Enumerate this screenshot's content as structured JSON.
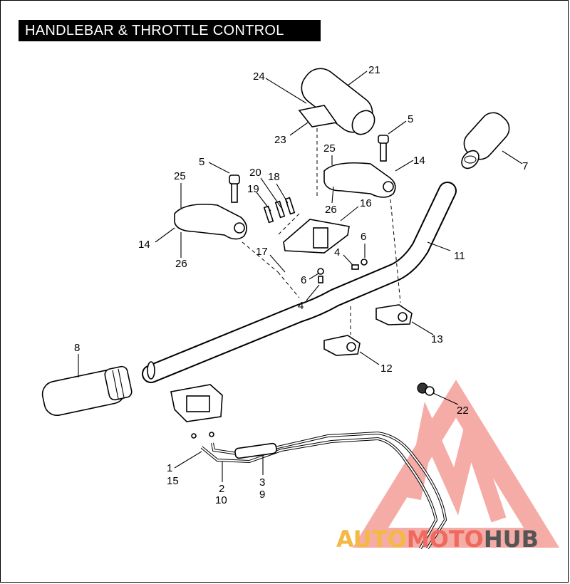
{
  "title": "HANDLEBAR & THROTTLE CONTROL",
  "callouts": [
    {
      "id": "c24",
      "text": "24"
    },
    {
      "id": "c21",
      "text": "21"
    },
    {
      "id": "c23",
      "text": "23"
    },
    {
      "id": "c5a",
      "text": "5"
    },
    {
      "id": "c5b",
      "text": "5"
    },
    {
      "id": "c7",
      "text": "7"
    },
    {
      "id": "c25a",
      "text": "25"
    },
    {
      "id": "c25b",
      "text": "25"
    },
    {
      "id": "c14a",
      "text": "14"
    },
    {
      "id": "c14b",
      "text": "14"
    },
    {
      "id": "c20",
      "text": "20"
    },
    {
      "id": "c18",
      "text": "18"
    },
    {
      "id": "c19",
      "text": "19"
    },
    {
      "id": "c26a",
      "text": "26"
    },
    {
      "id": "c26b",
      "text": "26"
    },
    {
      "id": "c16",
      "text": "16"
    },
    {
      "id": "c6a",
      "text": "6"
    },
    {
      "id": "c6b",
      "text": "6"
    },
    {
      "id": "c17",
      "text": "17"
    },
    {
      "id": "c4a",
      "text": "4"
    },
    {
      "id": "c4b",
      "text": "4"
    },
    {
      "id": "c11",
      "text": "11"
    },
    {
      "id": "c13",
      "text": "13"
    },
    {
      "id": "c12",
      "text": "12"
    },
    {
      "id": "c8",
      "text": "8"
    },
    {
      "id": "c22",
      "text": "22"
    },
    {
      "id": "c1",
      "text": "1"
    },
    {
      "id": "c15",
      "text": "15"
    },
    {
      "id": "c2",
      "text": "2"
    },
    {
      "id": "c10",
      "text": "10"
    },
    {
      "id": "c3",
      "text": "3"
    },
    {
      "id": "c9",
      "text": "9"
    }
  ],
  "watermark": {
    "part1": "AUTO",
    "part2": "MOTO",
    "part3": "HUB",
    "color1": "#f4b942",
    "color2": "#ee6a5f",
    "color3": "#555555",
    "logo_color": "#ee6a5f"
  }
}
